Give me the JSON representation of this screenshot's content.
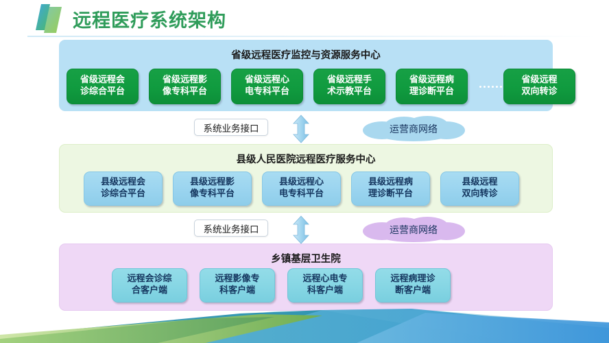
{
  "title": "远程医疗系统架构",
  "logo": {
    "icon": "parallelogram-logo"
  },
  "colors": {
    "title_green": "#2f9c5a",
    "provincial_panel": "#b8e0f5",
    "county_panel": "#edf7e2",
    "town_panel": "#efd8f6",
    "node_green": "#109b3f",
    "node_blue": "#9ad4ef",
    "node_cyan": "#86d6e4",
    "arrow_blue": "#9fd4ef",
    "cloud_blue": "#a9d8ef",
    "cloud_purple": "#d9b9ee"
  },
  "layers": [
    {
      "key": "provincial",
      "title": "省级远程医疗监控与资源服务中心",
      "style": "green",
      "has_ellipsis": true,
      "nodes": [
        {
          "label": "省级远程会\n诊综合平台"
        },
        {
          "label": "省级远程影\n像专科平台"
        },
        {
          "label": "省级远程心\n电专科平台"
        },
        {
          "label": "省级远程手\n术示教平台"
        },
        {
          "label": "省级远程病\n理诊断平台"
        },
        {
          "label": "省级远程\n双向转诊"
        }
      ]
    },
    {
      "key": "county",
      "title": "县级人民医院远程医疗服务中心",
      "style": "blue",
      "has_ellipsis": false,
      "nodes": [
        {
          "label": "县级远程会\n诊综合平台"
        },
        {
          "label": "县级远程影\n像专科平台"
        },
        {
          "label": "县级远程心\n电专科平台"
        },
        {
          "label": "县级远程病\n理诊断平台"
        },
        {
          "label": "县级远程\n双向转诊"
        }
      ]
    },
    {
      "key": "town",
      "title": "乡镇基层卫生院",
      "style": "cyan",
      "has_ellipsis": false,
      "nodes": [
        {
          "label": "远程会诊综\n合客户端"
        },
        {
          "label": "远程影像专\n科客户端"
        },
        {
          "label": "远程心电专\n科客户端"
        },
        {
          "label": "远程病理诊\n断客户端"
        }
      ]
    }
  ],
  "connectors": [
    {
      "key": "connector-top",
      "interface_label": "系统业务接口",
      "arrow": "double-arrow-vertical",
      "cloud_label": "运营商网络",
      "cloud_color": "blue"
    },
    {
      "key": "connector-bottom",
      "interface_label": "系统业务接口",
      "arrow": "double-arrow-vertical",
      "cloud_label": "运营商网络",
      "cloud_color": "purple"
    }
  ]
}
